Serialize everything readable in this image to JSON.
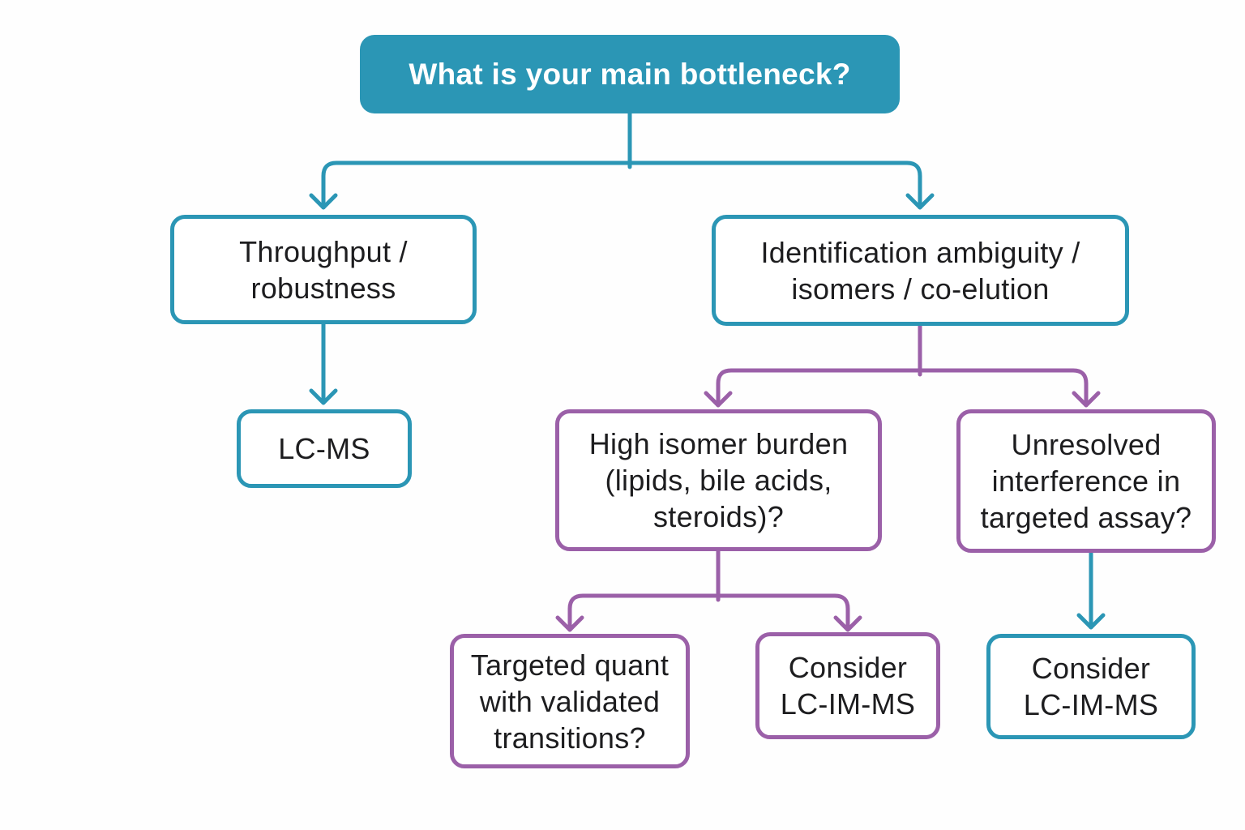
{
  "title": "What is your main bottleneck?",
  "colors": {
    "teal": "#2b96b5",
    "purple": "#9b60a8",
    "text": "#1d1d1f",
    "background": "#fefefe",
    "top_box_text": "#ffffff"
  },
  "nodes": {
    "root": {
      "label": "What is your main bottleneck?",
      "variant": "teal-filled"
    },
    "throughput": {
      "label": "Throughput /\nrobustness",
      "variant": "teal-outline"
    },
    "identification": {
      "label": "Identification ambiguity /\nisomers / co-elution",
      "variant": "teal-outline"
    },
    "lcms": {
      "label": "LC-MS",
      "variant": "teal-outline"
    },
    "high_isomer": {
      "label": "High isomer burden\n(lipids, bile acids,\nsteroids)?",
      "variant": "purple-outline"
    },
    "unresolved": {
      "label": "Unresolved\ninterference in\ntargeted assay?",
      "variant": "purple-outline"
    },
    "targeted_quant": {
      "label": "Targeted quant\nwith validated\ntransitions?",
      "variant": "purple-outline"
    },
    "consider_lc_im_ms_left": {
      "label": "Consider\nLC-IM-MS",
      "variant": "purple-outline"
    },
    "consider_lc_im_ms_right": {
      "label": "Consider\nLC-IM-MS",
      "variant": "teal-outline"
    }
  },
  "edges": [
    {
      "from": "root",
      "to": "throughput",
      "color": "teal"
    },
    {
      "from": "root",
      "to": "identification",
      "color": "teal"
    },
    {
      "from": "throughput",
      "to": "lcms",
      "color": "teal"
    },
    {
      "from": "identification",
      "to": "high_isomer",
      "color": "purple"
    },
    {
      "from": "identification",
      "to": "unresolved",
      "color": "purple"
    },
    {
      "from": "high_isomer",
      "to": "targeted_quant",
      "color": "purple"
    },
    {
      "from": "high_isomer",
      "to": "consider_lc_im_ms_left",
      "color": "purple"
    },
    {
      "from": "unresolved",
      "to": "consider_lc_im_ms_right",
      "color": "teal"
    }
  ]
}
